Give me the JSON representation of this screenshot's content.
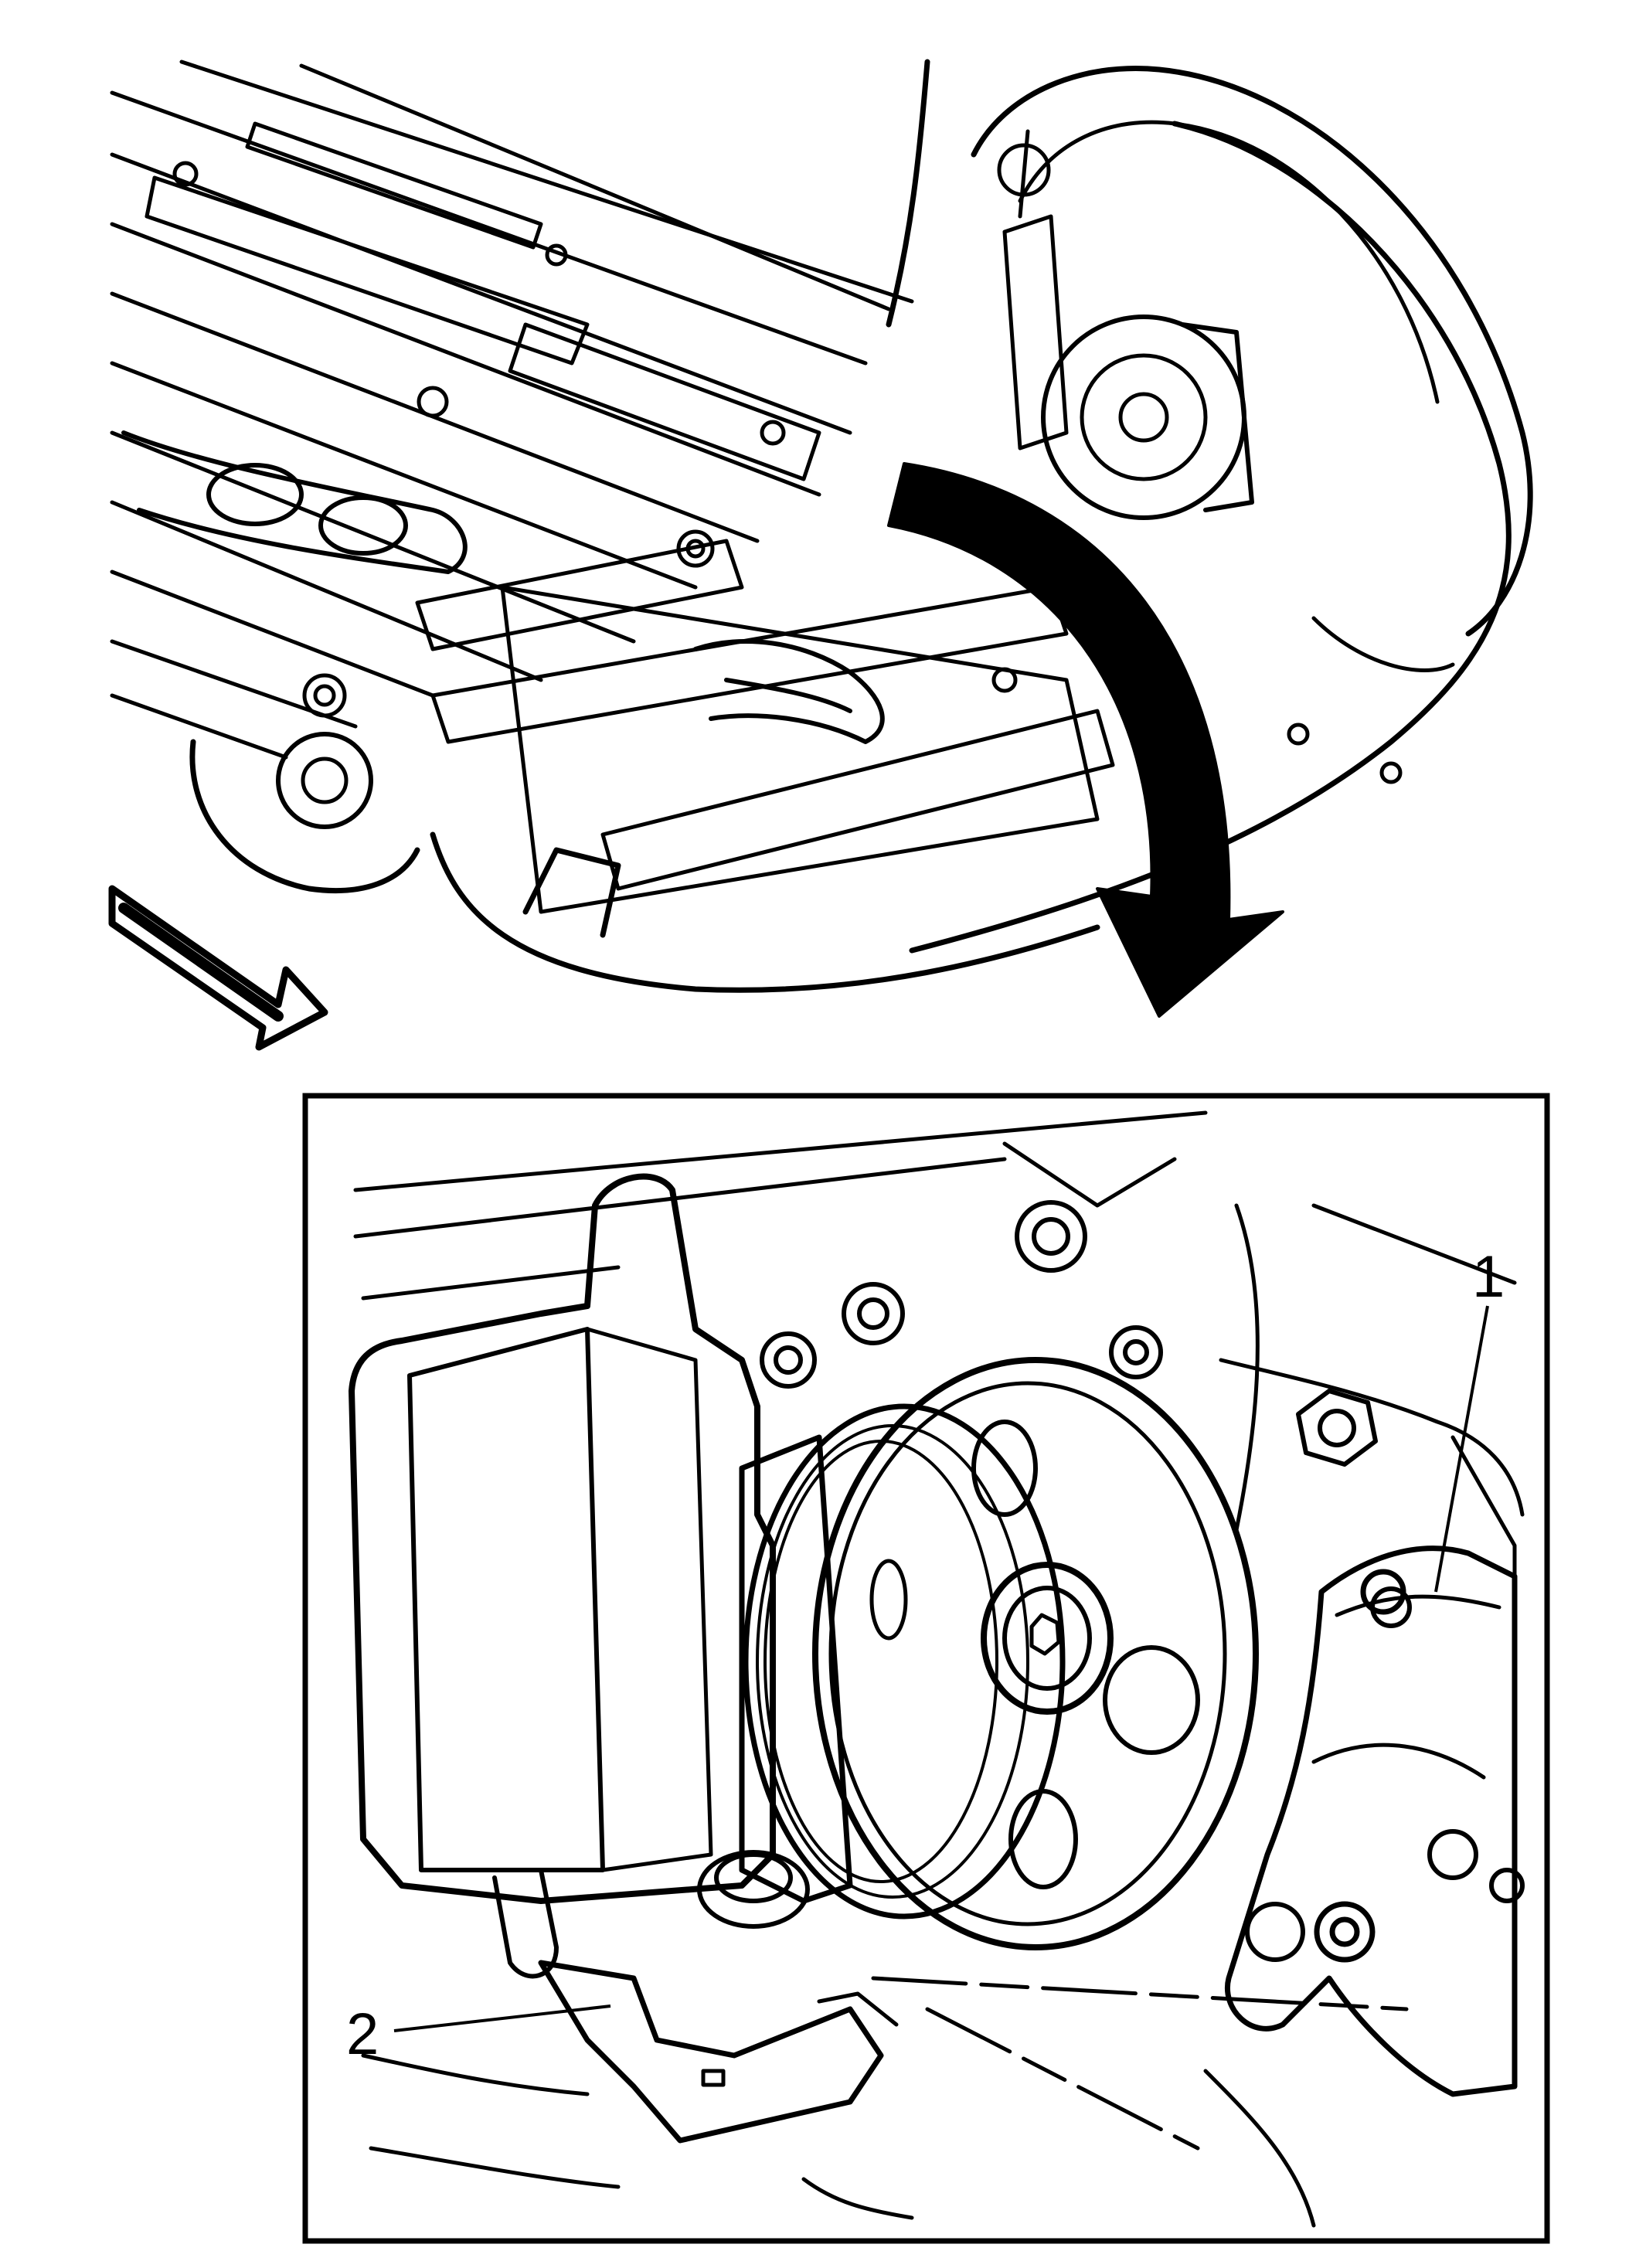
{
  "callouts": [
    {
      "id": "1",
      "label": "1"
    },
    {
      "id": "2",
      "label": "2"
    }
  ],
  "colors": {
    "ink": "#000000",
    "paper": "#ffffff"
  },
  "icons": {
    "front_arrow": "hollow-arrow-icon",
    "rotate_arrow": "curved-arrow-icon"
  }
}
